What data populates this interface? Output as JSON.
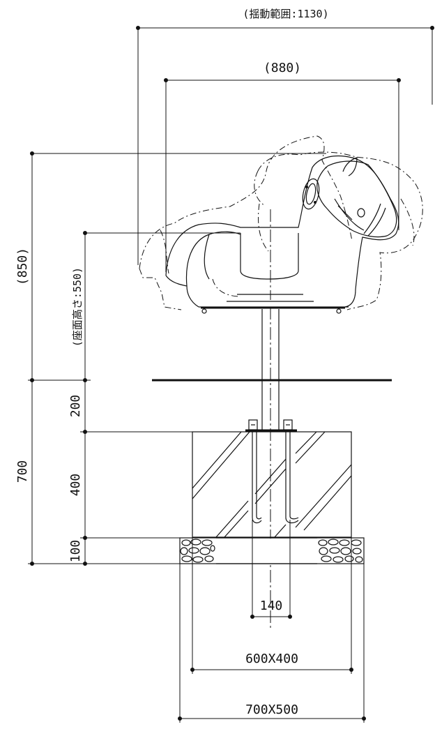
{
  "dimensions": {
    "swing_range": "(揺動範囲:1130)",
    "width_880": "(880)",
    "height_850": "(850)",
    "seat_height": "(座面高さ:550)",
    "h_200": "200",
    "h_700": "700",
    "h_400": "400",
    "h_100": "100",
    "w_140": "140",
    "w_600x400": "600X400",
    "w_700x500": "700X500"
  }
}
